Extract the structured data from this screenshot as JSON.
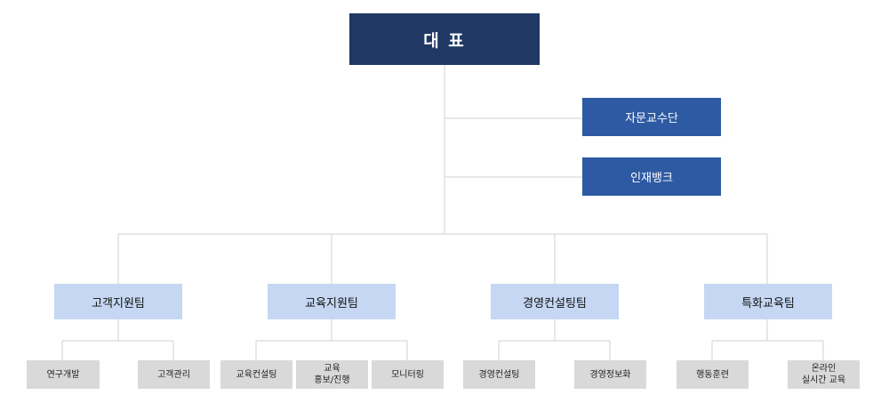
{
  "org": {
    "ceo": "대 표",
    "advisors": "자문교수단",
    "talent_bank": "인재뱅크",
    "teams": [
      {
        "name": "고객지원팀",
        "units": [
          "연구개발",
          "고객관리"
        ]
      },
      {
        "name": "교육지원팀",
        "units": [
          "교육\n홍보/진행",
          "교육컨설팅",
          "모니터링"
        ]
      },
      {
        "name": "경영컨설팅팀",
        "units": [
          "경영컨설팅",
          "경영정보화"
        ]
      },
      {
        "name": "특화교육팀",
        "units": [
          "행동훈련",
          "온라인\n실시간 교육"
        ]
      }
    ]
  },
  "colors": {
    "ceo": "#1f3864",
    "side": "#2e5aa3",
    "team": "#c5d7f2",
    "unit": "#d9d9d9",
    "line": "#d0d0d0"
  }
}
